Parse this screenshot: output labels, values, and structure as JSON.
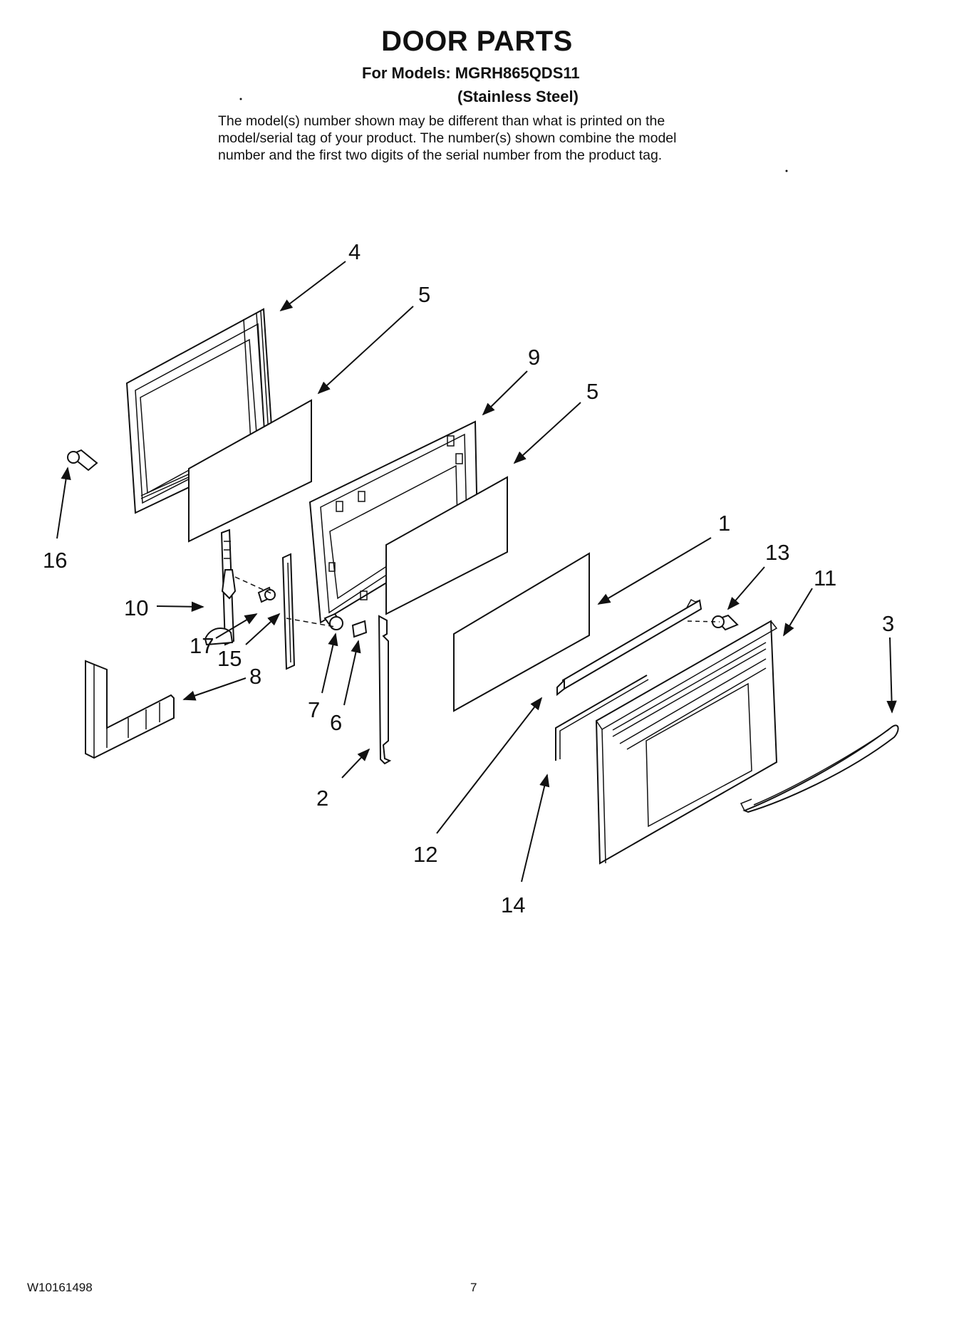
{
  "header": {
    "title": "DOOR PARTS",
    "models_line": "For Models: MGRH865QDS11",
    "finish": "(Stainless Steel)",
    "notice_lines": [
      "The model(s) number shown may be different than what is printed on the",
      "model/serial tag of your product. The number(s) shown combine the model",
      "number and the first two digits of the serial number from the product tag."
    ]
  },
  "callouts": {
    "c1": "1",
    "c2": "2",
    "c3": "3",
    "c4": "4",
    "c5a": "5",
    "c5b": "5",
    "c6": "6",
    "c7": "7",
    "c8": "8",
    "c9": "9",
    "c10": "10",
    "c11": "11",
    "c12": "12",
    "c13": "13",
    "c14": "14",
    "c15": "15",
    "c16": "16",
    "c17": "17"
  },
  "footer": {
    "doc_number": "W10161498",
    "page_number": "7"
  }
}
